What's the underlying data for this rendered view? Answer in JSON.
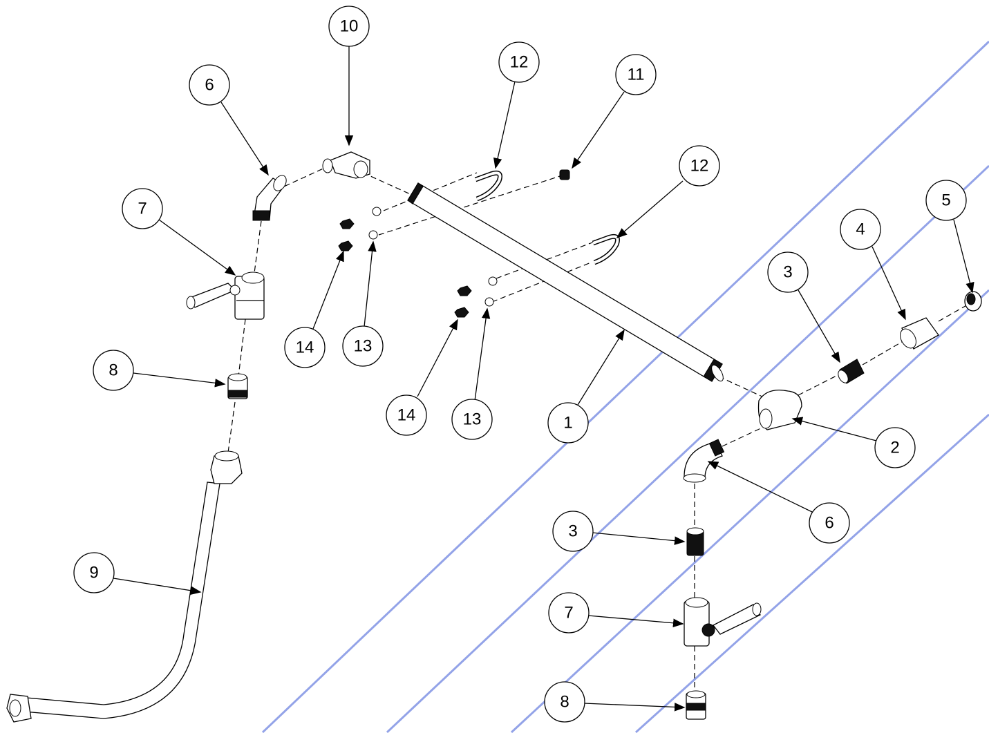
{
  "diagram": {
    "callouts": [
      {
        "id": "c10",
        "label": "10"
      },
      {
        "id": "c6a",
        "label": "6"
      },
      {
        "id": "c12a",
        "label": "12"
      },
      {
        "id": "c11",
        "label": "11"
      },
      {
        "id": "c12b",
        "label": "12"
      },
      {
        "id": "c7a",
        "label": "7"
      },
      {
        "id": "c5",
        "label": "5"
      },
      {
        "id": "c4",
        "label": "4"
      },
      {
        "id": "c3a",
        "label": "3"
      },
      {
        "id": "c8a",
        "label": "8"
      },
      {
        "id": "c14a",
        "label": "14"
      },
      {
        "id": "c13a",
        "label": "13"
      },
      {
        "id": "c14b",
        "label": "14"
      },
      {
        "id": "c13b",
        "label": "13"
      },
      {
        "id": "c1",
        "label": "1"
      },
      {
        "id": "c2",
        "label": "2"
      },
      {
        "id": "c6b",
        "label": "6"
      },
      {
        "id": "c3b",
        "label": "3"
      },
      {
        "id": "c9",
        "label": "9"
      },
      {
        "id": "c7b",
        "label": "7"
      },
      {
        "id": "c8b",
        "label": "8"
      }
    ]
  }
}
